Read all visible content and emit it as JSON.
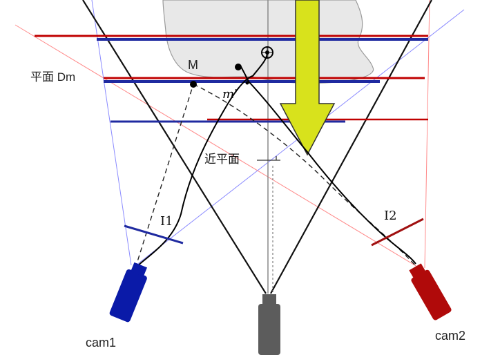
{
  "labels": {
    "plane_dm": "平面 Dm",
    "point_m": "M",
    "point_m_prime": "m'",
    "near_plane": "近平面",
    "image1": "I1",
    "image2": "I2",
    "cam1": "cam1",
    "cam2": "cam2"
  },
  "colors": {
    "plane_red": "#c00000",
    "plane_blue": "#1f2aa0",
    "cam1": "#0a1aa8",
    "cam2": "#b00a0a",
    "cam_center": "#5c5c5c",
    "arrow_fill": "#d8e21c",
    "object_fill": "#e8e8e8",
    "red_ray": "#ff8080",
    "blue_ray": "#8080ff"
  },
  "icons": {
    "cam1": "camera-icon",
    "cam2": "camera-icon",
    "center_camera": "camera-icon",
    "depth_arrow": "down-arrow-icon"
  }
}
